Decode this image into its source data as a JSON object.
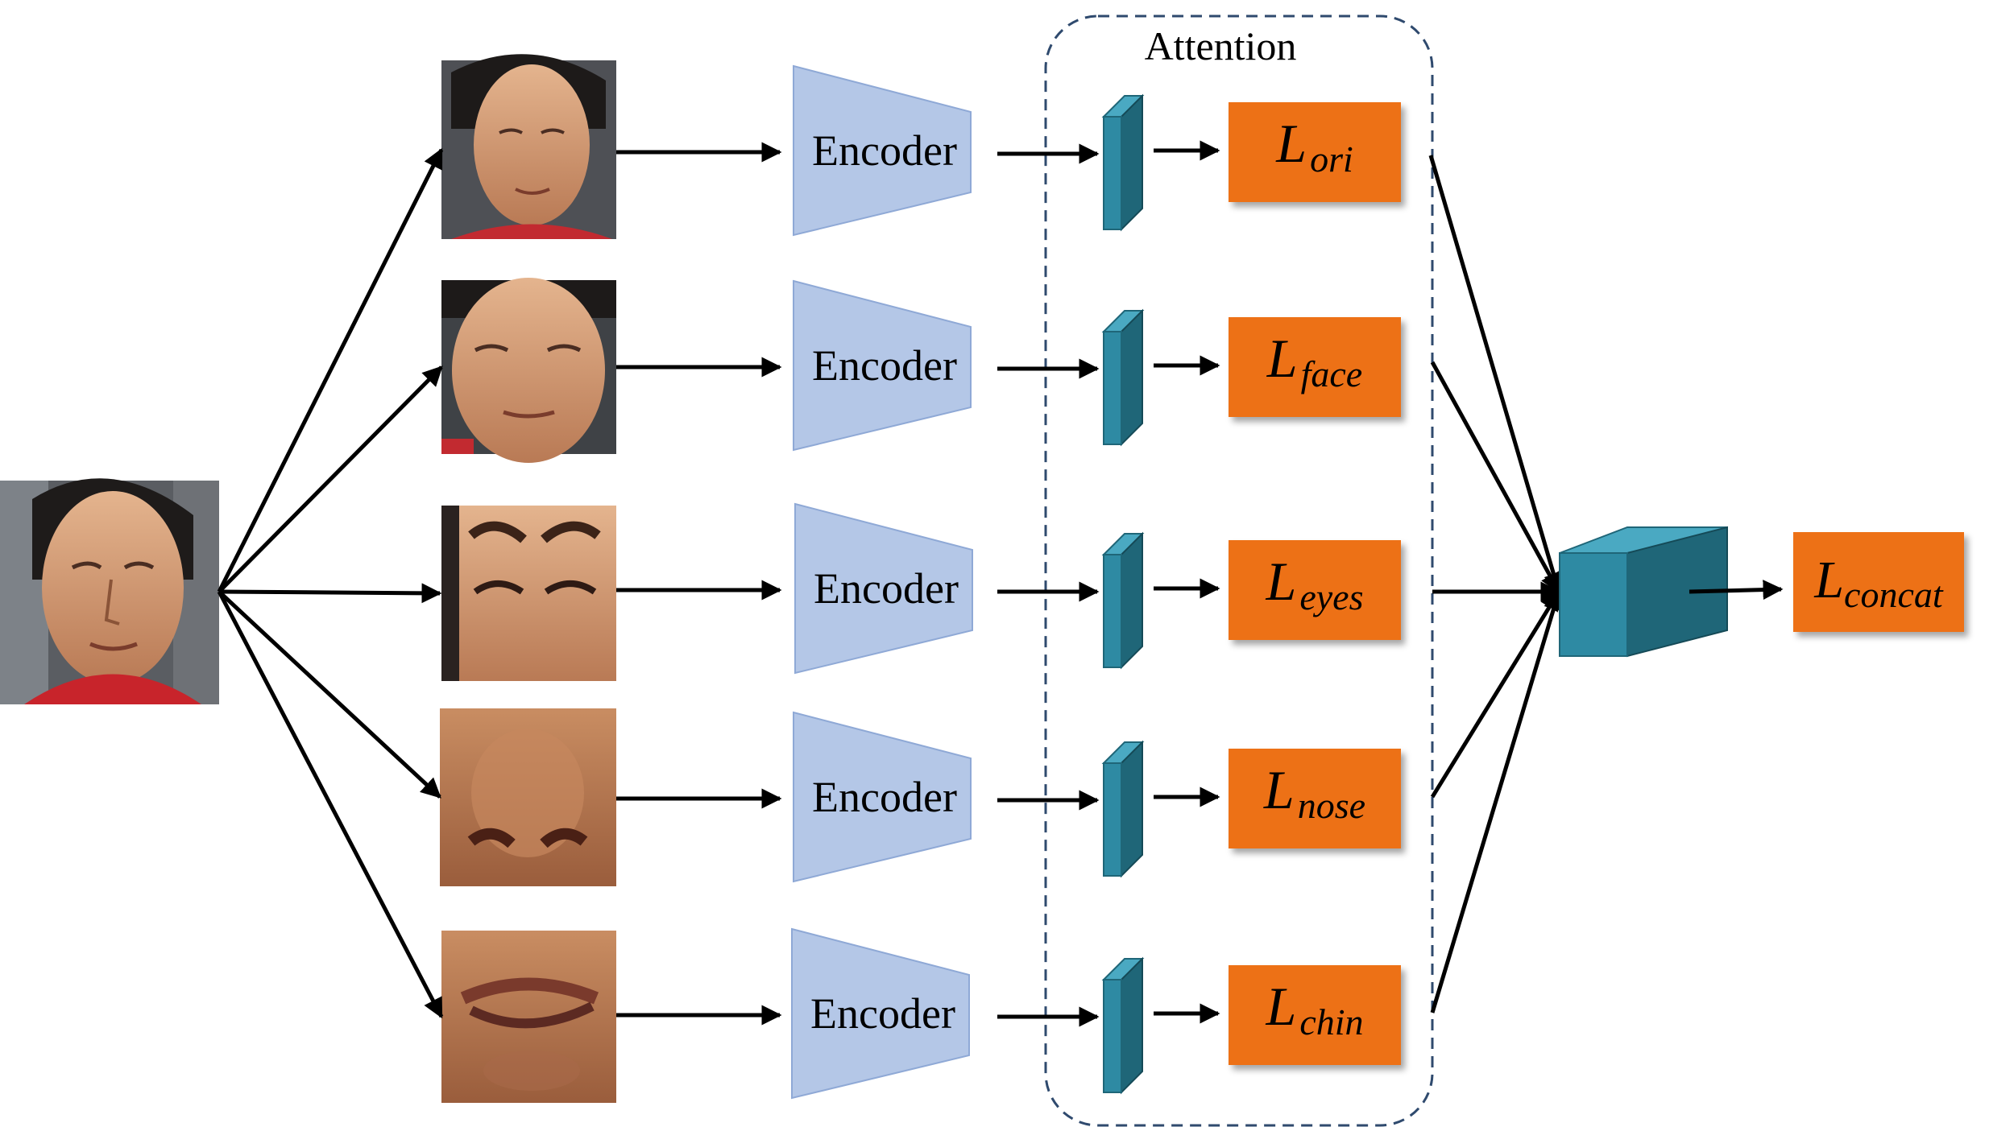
{
  "attention_label": "Attention",
  "encoder_label": "Encoder",
  "rows": [
    {
      "id": "ori",
      "loss_main": "L",
      "loss_sub": "ori"
    },
    {
      "id": "face",
      "loss_main": "L",
      "loss_sub": "face"
    },
    {
      "id": "eyes",
      "loss_main": "L",
      "loss_sub": "eyes"
    },
    {
      "id": "nose",
      "loss_main": "L",
      "loss_sub": "nose"
    },
    {
      "id": "chin",
      "loss_main": "L",
      "loss_sub": "chin"
    }
  ],
  "output_loss": {
    "main": "L",
    "sub": "concat"
  },
  "colors": {
    "encoder_fill": "#b4c7e7",
    "encoder_stroke": "#8fa9d6",
    "block_front": "#2e8aa3",
    "block_side": "#1f6678",
    "block_top": "#4aa9c2",
    "loss_fill": "#ed7112",
    "attention_border": "#2f4a6e",
    "arrow": "#000000"
  },
  "images": [
    {
      "name": "full-face-input-image"
    },
    {
      "name": "original-face-crop-image"
    },
    {
      "name": "aligned-face-crop-image"
    },
    {
      "name": "eyes-region-crop-image"
    },
    {
      "name": "nose-region-crop-image"
    },
    {
      "name": "mouth-chin-region-crop-image"
    }
  ]
}
